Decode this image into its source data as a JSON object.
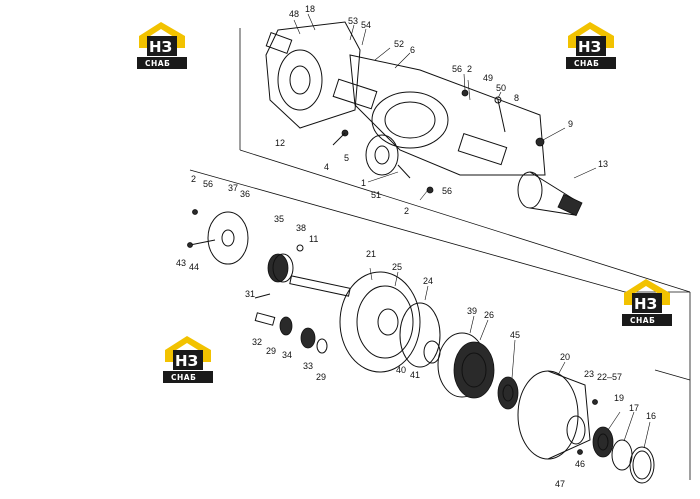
{
  "logos": [
    {
      "top": "НЗ",
      "bottom": "СНАБ"
    },
    {
      "top": "НЗ",
      "bottom": "СНАБ"
    },
    {
      "top": "НЗ",
      "bottom": "СНАБ"
    },
    {
      "top": "НЗ",
      "bottom": "СНАБ"
    }
  ],
  "logo_colors": {
    "roof": "#f2c200",
    "badge": "#1a1a1a",
    "text": "#ffffff"
  },
  "callouts": [
    "48",
    "18",
    "53",
    "54",
    "52",
    "6",
    "12",
    "56",
    "2",
    "49",
    "50",
    "8",
    "9",
    "4",
    "5",
    "1",
    "51",
    "56",
    "2",
    "13",
    "2",
    "56",
    "37",
    "36",
    "35",
    "38",
    "11",
    "43",
    "44",
    "21",
    "25",
    "24",
    "31",
    "32",
    "29",
    "34",
    "33",
    "29",
    "39",
    "26",
    "40",
    "41",
    "45",
    "20",
    "23",
    "22–57",
    "19",
    "17",
    "16",
    "46",
    "47"
  ]
}
